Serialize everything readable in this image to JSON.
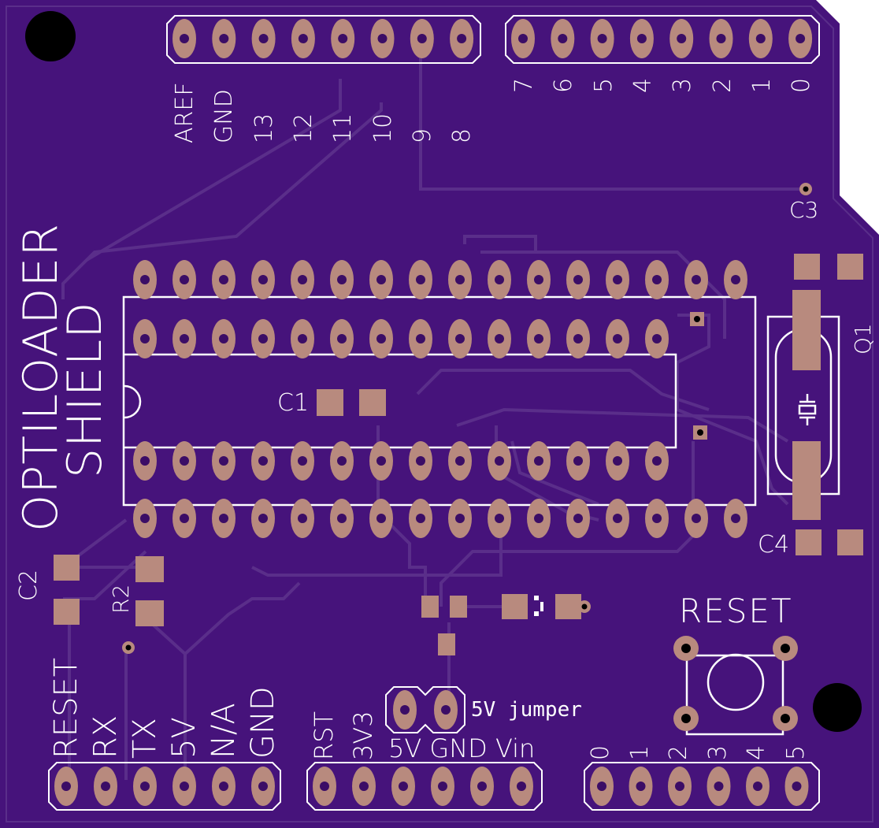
{
  "board": {
    "title_line1": "OPTILOADER",
    "title_line2": "SHIELD",
    "colors": {
      "board": "#46137b",
      "silk": "#ffffff",
      "trace": "#5a2e8a",
      "pad": "#b88a7e",
      "drill": "#3b0d66",
      "hole": "#000000"
    }
  },
  "top_header_left_labels": [
    "AREF",
    "GND",
    "13",
    "12",
    "11",
    "10",
    "9",
    "8"
  ],
  "top_header_right_labels": [
    "7",
    "6",
    "5",
    "4",
    "3",
    "2",
    "1",
    "0"
  ],
  "bottom_left_labels": [
    "RESET",
    "RX",
    "TX",
    "5V",
    "N/A",
    "GND"
  ],
  "power_labels": [
    "RST",
    "3V3"
  ],
  "power_labels_horizontal": "5V GND Vin",
  "analog_labels": [
    "0",
    "1",
    "2",
    "3",
    "4",
    "5"
  ],
  "components": {
    "c1": "C1",
    "c2": "C2",
    "c3": "C3",
    "c4": "C4",
    "r2": "R2",
    "q1": "Q1",
    "jumper": "5V jumper",
    "reset": "RESET"
  },
  "icons": [
    "mounting-hole-icon",
    "pushbutton-icon",
    "crystal-icon",
    "dip-chip-icon"
  ]
}
